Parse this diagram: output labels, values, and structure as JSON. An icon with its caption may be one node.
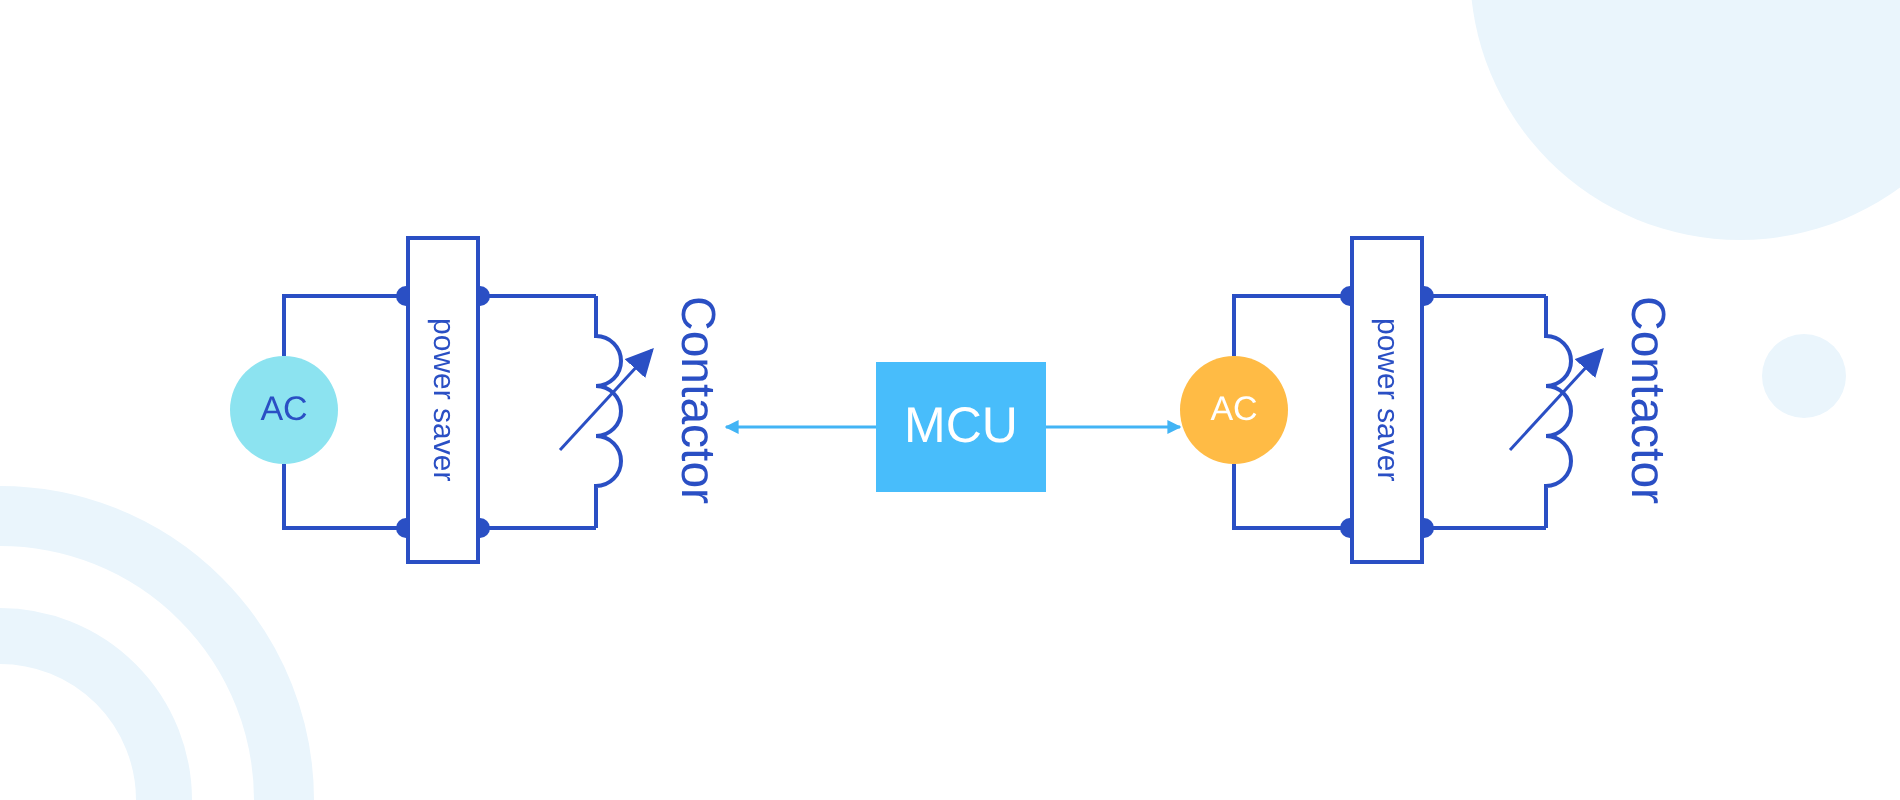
{
  "diagram": {
    "nodes": [
      {
        "text": [
          "AC"
        ]
      },
      {
        "text": [
          "power saver"
        ]
      },
      {
        "text": [
          "Contactor"
        ]
      },
      {
        "text": [
          "MCU"
        ]
      },
      {
        "text": [
          "AC"
        ]
      },
      {
        "text": [
          "power saver"
        ]
      },
      {
        "text": [
          "Contactor"
        ]
      }
    ],
    "edges": [
      {
        "from": 0,
        "to": 1,
        "arrow": "other"
      },
      {
        "from": 0,
        "to": 1,
        "arrow": "other"
      },
      {
        "from": 2,
        "to": 1,
        "arrow": "other"
      },
      {
        "from": 2,
        "to": 1,
        "arrow": "other"
      },
      {
        "from": 3,
        "to": 2,
        "arrow": "to",
        "color": "#42b4f5"
      },
      {
        "from": 3,
        "to": 4,
        "arrow": "to",
        "color": "#42b4f5"
      },
      {
        "from": 4,
        "to": 5,
        "arrow": "other"
      },
      {
        "from": 4,
        "to": 5,
        "arrow": "other"
      },
      {
        "from": 6,
        "to": 5,
        "arrow": "other"
      },
      {
        "from": 6,
        "to": 5,
        "arrow": "other"
      }
    ]
  }
}
